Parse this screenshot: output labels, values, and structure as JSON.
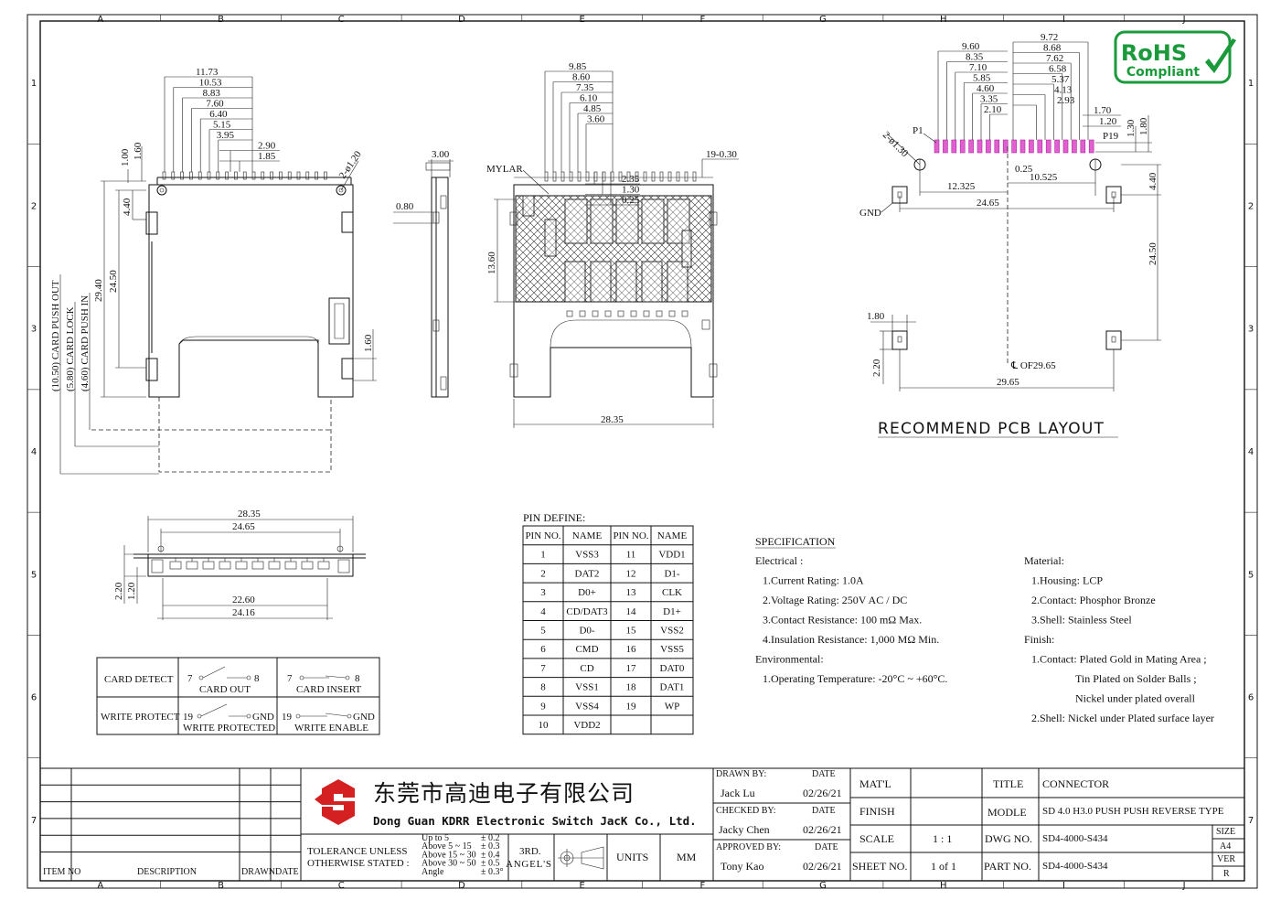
{
  "border": {
    "cols": [
      "A",
      "B",
      "C",
      "D",
      "E",
      "F",
      "G",
      "H",
      "I",
      "J"
    ],
    "rows": [
      "1",
      "2",
      "3",
      "4",
      "5",
      "6",
      "7"
    ]
  },
  "rohs": {
    "line1": "RoHS",
    "line2": "Compliant",
    "color": "#1a9a3a"
  },
  "views": {
    "top": {
      "dims_top": [
        "11.73",
        "10.53",
        "8.83",
        "7.60",
        "6.40",
        "5.15",
        "3.95",
        "2.90",
        "1.85"
      ],
      "left_dims": [
        "1.00",
        "1.60",
        "4.40",
        "29.40",
        "24.50"
      ],
      "vert_labels": [
        "(10.50) CARD PUSH OUT",
        "(5.80) CARD LOCK",
        "(4.60) CARD PUSH IN"
      ],
      "hole": "2-ø1.20",
      "right_dim": "1.60"
    },
    "side": {
      "dim_top": "3.00",
      "dim_left": "0.80"
    },
    "bottom": {
      "dims_top": [
        "9.85",
        "8.60",
        "7.35",
        "6.10",
        "4.85",
        "3.60",
        "2.35",
        "1.30",
        "0.25"
      ],
      "right_top": "19-0.30",
      "mylar": "MYLAR",
      "left_dim": "13.60",
      "bottom_dim": "28.35"
    },
    "front": {
      "top1": "28.35",
      "top2": "24.65",
      "bot1": "22.60",
      "bot2": "24.16",
      "left1": "2.20",
      "left2": "1.20"
    },
    "pcb": {
      "dims_left": [
        "9.60",
        "8.35",
        "7.10",
        "5.85",
        "4.60",
        "3.35",
        "2.10"
      ],
      "dims_right": [
        "9.72",
        "8.68",
        "7.62",
        "6.58",
        "5.37",
        "4.13",
        "2.93"
      ],
      "dims_small": [
        "1.70",
        "1.20"
      ],
      "right_v": [
        "1.80",
        "1.30"
      ],
      "p1": "P1",
      "p19": "P19",
      "hole": "2-ø1.30",
      "mid_small": "0.25",
      "d12": "12.325",
      "d10": "10.525",
      "d24": "24.65",
      "gnd": "GND",
      "r440": "4.40",
      "r2450": "24.50",
      "l180": "1.80",
      "l220": "2.20",
      "cl": "℄ OF29.65",
      "bottom": "29.65",
      "title": "RECOMMEND PCB LAYOUT"
    }
  },
  "switch_table": {
    "rows": [
      {
        "label": "CARD DETECT",
        "a_pins": [
          "7",
          "8"
        ],
        "a_text": "CARD OUT",
        "b_pins": [
          "7",
          "8"
        ],
        "b_text": "CARD INSERT"
      },
      {
        "label": "WRITE PROTECT",
        "a_pins": [
          "19",
          "GND"
        ],
        "a_text": "WRITE PROTECTED",
        "b_pins": [
          "19",
          "GND"
        ],
        "b_text": "WRITE ENABLE"
      }
    ]
  },
  "pin_define": {
    "title": "PIN DEFINE:",
    "headers": [
      "PIN NO.",
      "NAME",
      "PIN NO.",
      "NAME"
    ],
    "rows": [
      [
        "1",
        "VSS3",
        "11",
        "VDD1"
      ],
      [
        "2",
        "DAT2",
        "12",
        "D1-"
      ],
      [
        "3",
        "D0+",
        "13",
        "CLK"
      ],
      [
        "4",
        "CD/DAT3",
        "14",
        "D1+"
      ],
      [
        "5",
        "D0-",
        "15",
        "VSS2"
      ],
      [
        "6",
        "CMD",
        "16",
        "VSS5"
      ],
      [
        "7",
        "CD",
        "17",
        "DAT0"
      ],
      [
        "8",
        "VSS1",
        "18",
        "DAT1"
      ],
      [
        "9",
        "VSS4",
        "19",
        "WP"
      ],
      [
        "10",
        "VDD2",
        "",
        ""
      ]
    ]
  },
  "specification": {
    "title": "SPECIFICATION",
    "left": [
      "Electrical :",
      "1.Current Rating: 1.0A",
      "2.Voltage Rating: 250V AC / DC",
      "3.Contact Resistance: 100 mΩ Max.",
      "4.Insulation Resistance: 1,000 MΩ Min.",
      "Environmental:",
      "1.Operating Temperature: -20°C ~ +60°C."
    ],
    "right": [
      "Material:",
      "1.Housing: LCP",
      "2.Contact: Phosphor Bronze",
      "3.Shell: Stainless Steel",
      "Finish:",
      "1.Contact: Plated Gold in Mating Area ;",
      "Tin Plated on Solder Balls ;",
      "Nickel under plated overall",
      "2.Shell: Nickel under Plated surface layer"
    ]
  },
  "title_block": {
    "company_cn": "东莞市高迪电子有限公司",
    "company_en": "Dong Guan KDRR  Electronic Switch JacK Co., Ltd.",
    "rev_headers": [
      "ITEM NO",
      "DESCRIPTION",
      "DRAWN",
      "DATE"
    ],
    "tolerance_label1": "TOLERANCE UNLESS",
    "tolerance_label2": "OTHERWISE STATED :",
    "tolerance_ranges": [
      "Up  to  5",
      "Above 5   ~ 15",
      "Above 15 ~ 30",
      "Above 30 ~ 50",
      "Angle"
    ],
    "tolerance_values": [
      "± 0.2",
      "± 0.3",
      "± 0.4",
      "± 0.5",
      "± 0.3°"
    ],
    "angle1": "3RD.",
    "angle2": "ANGEL'S",
    "units_label": "UNITS",
    "units_value": "MM",
    "drawn_by_label": "DRAWN BY:",
    "drawn_by": "Jack  Lu",
    "checked_by_label": "CHECKED BY:",
    "checked_by": "Jacky Chen",
    "approved_by_label": "APPROVED BY:",
    "approved_by": "Tony Kao",
    "date_label": "DATE",
    "date": "02/26/21",
    "matl_label": "MAT'L",
    "finish_label": "FINISH",
    "scale_label": "SCALE",
    "scale": "1 : 1",
    "sheet_label": "SHEET NO.",
    "sheet": "1 of 1",
    "title_label": "TITLE",
    "title": "CONNECTOR",
    "model_label": "MODLE",
    "model": "SD 4.0 H3.0 PUSH PUSH REVERSE TYPE",
    "dwg_label": "DWG NO.",
    "dwg": "SD4-4000-S434",
    "part_label": "PART NO.",
    "part": "SD4-4000-S434",
    "size_label": "SIZE",
    "size": "A4",
    "ver_label": "VER",
    "ver": "R",
    "logo_color": "#d42020"
  }
}
